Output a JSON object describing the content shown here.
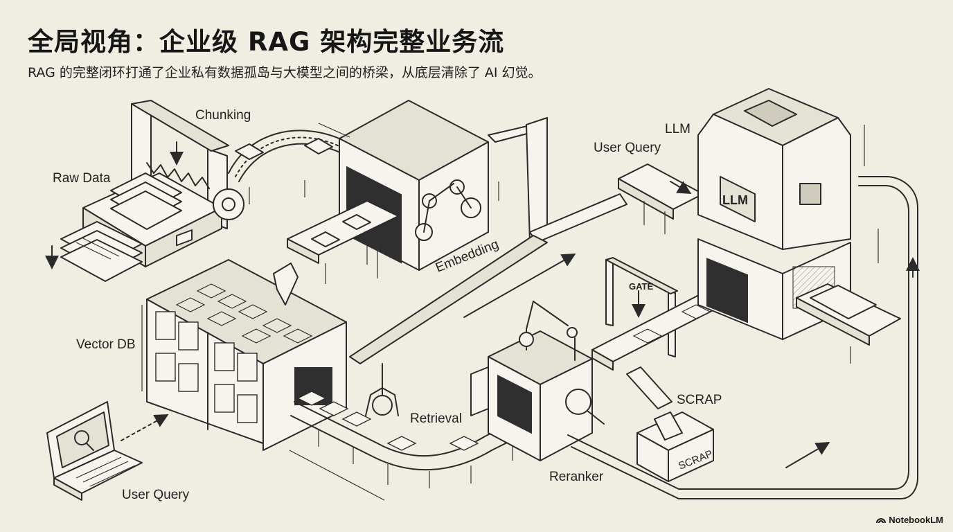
{
  "title": "全局视角：企业级 RAG 架构完整业务流",
  "subtitle": "RAG 的完整闭环打通了企业私有数据孤岛与大模型之间的桥梁，从底层清除了 AI 幻觉。",
  "labels": {
    "chunking": "Chunking",
    "raw_data": "Raw Data",
    "embedding": "Embedding",
    "vector_db": "Vector DB",
    "user_query_bottom": "User Query",
    "retrieval": "Retrieval",
    "reranker": "Reranker",
    "scrap": "SCRAP",
    "scrap_bin": "SCRAP",
    "gate": "GATE",
    "user_query_top": "User Query",
    "llm": "LLM",
    "llm_chip": "LLM"
  },
  "footer": {
    "brand": "NotebookLM"
  },
  "colors": {
    "background": "#f0ede2",
    "ink": "#2a2a2a"
  }
}
